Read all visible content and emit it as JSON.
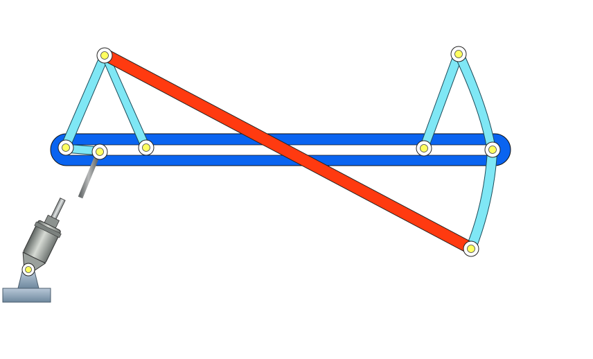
{
  "diagram": {
    "kind": "mechanism-linkage",
    "components": [
      "base-block",
      "hydraulic-cylinder",
      "piston-rod",
      "slotted-beam",
      "left-triangle-link",
      "right-triangle-link",
      "long-coupler-link",
      "pin-joints"
    ],
    "colors": {
      "background": "#ffffff",
      "slotted_beam": "#0a64f0",
      "beam_slot": "#ffffff",
      "links_light": "#7fe7f5",
      "coupler": "#ff3a10",
      "pin_face": "#ffff60",
      "pin_ring": "#ffffff",
      "cylinder_dark": "#6d7370",
      "cylinder_light": "#c9cec8",
      "base": "#8aa2b8",
      "outline": "#111111"
    },
    "pin_count": 9
  }
}
